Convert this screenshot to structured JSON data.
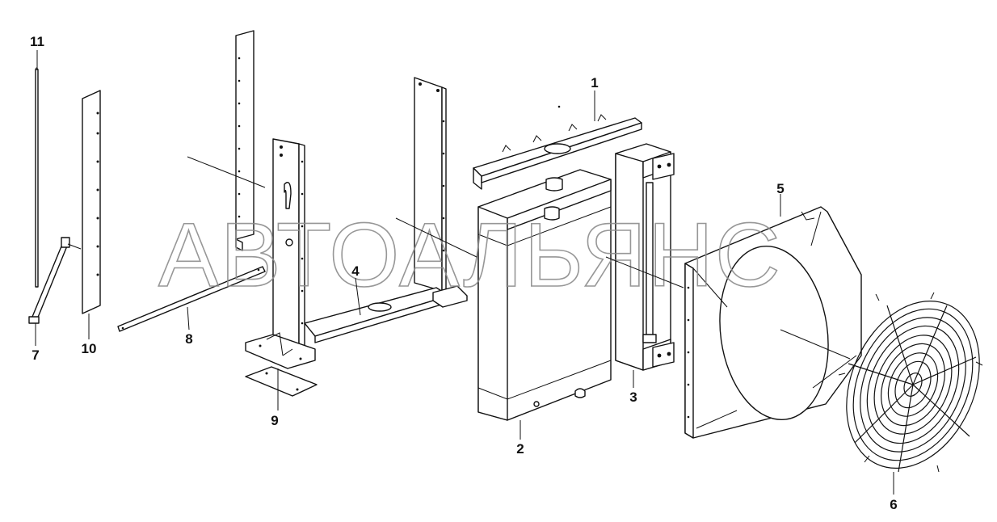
{
  "watermark": "АВТОАЛЬЯНС",
  "callouts": {
    "n1": "1",
    "n2": "2",
    "n3": "3",
    "n4": "4",
    "n5": "5",
    "n6": "6",
    "n7": "7",
    "n8": "8",
    "n9": "9",
    "n10": "10",
    "n11": "11"
  },
  "colors": {
    "line": "#111111",
    "watermark": "#8c8c8c",
    "background": "#ffffff"
  }
}
